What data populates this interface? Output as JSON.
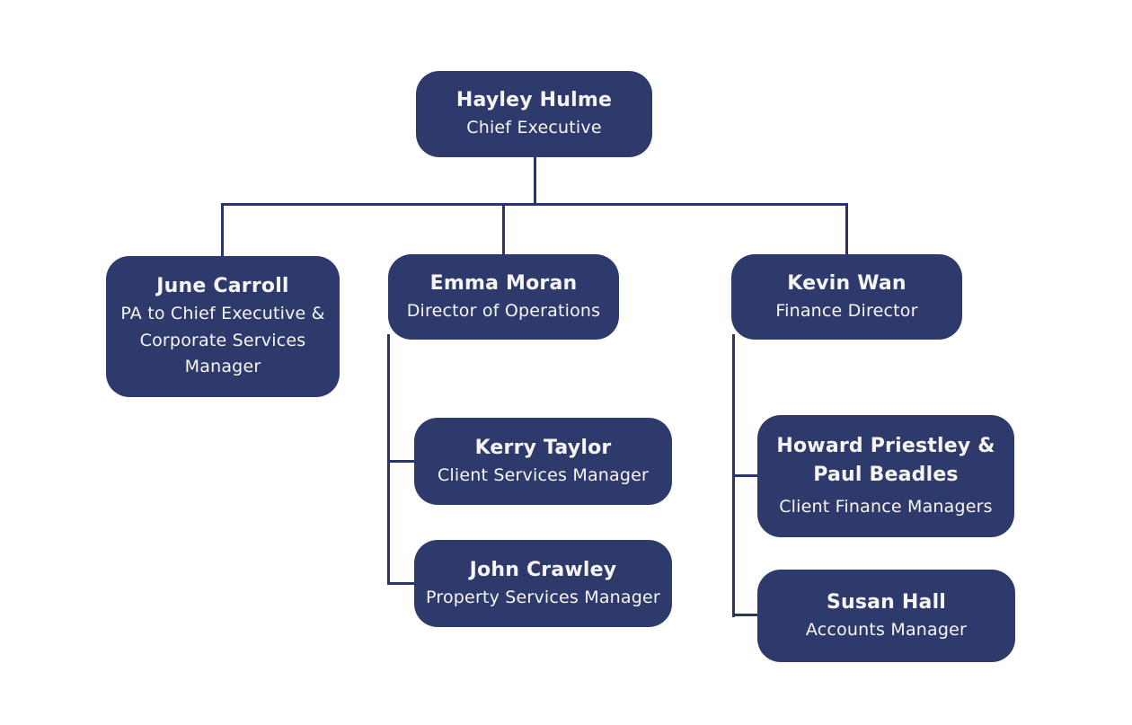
{
  "org": {
    "ceo": {
      "name": "Hayley Hulme",
      "title": "Chief Executive"
    },
    "pa_corporate_services": {
      "name": "June Carroll",
      "title": "PA to Chief Executive & Corporate Services Manager"
    },
    "operations_director": {
      "name": "Emma Moran",
      "title": "Director of Operations"
    },
    "finance_director": {
      "name": "Kevin Wan",
      "title": "Finance Director"
    },
    "client_services_manager": {
      "name": "Kerry Taylor",
      "title": "Client Services Manager"
    },
    "property_services_manager": {
      "name": "John Crawley",
      "title": "Property Services Manager"
    },
    "client_finance_managers": {
      "name": "Howard Priestley & Paul Beadles",
      "title": "Client Finance Managers"
    },
    "accounts_manager": {
      "name": "Susan Hall",
      "title": "Accounts Manager"
    }
  },
  "colors": {
    "node_background": "#2e3a6c",
    "connector_line": "#2b3464",
    "text": "#f7f5f2",
    "page_background": "#ffffff"
  }
}
